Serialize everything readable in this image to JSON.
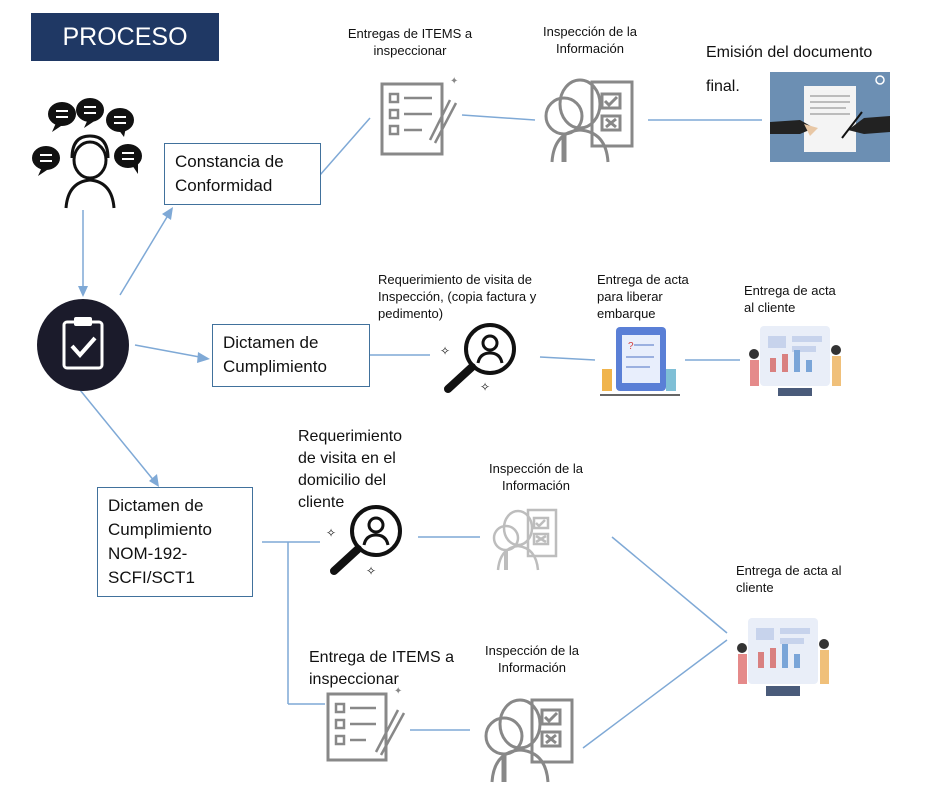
{
  "title": "PROCESO",
  "nodes": {
    "constancia": "Constancia de Conformidad",
    "dictamen": "Dictamen de Cumplimiento",
    "dictamen_nom": "Dictamen de Cumplimiento NOM-192-SCFI/SCT1"
  },
  "row1": {
    "items_label": "Entregas de ITEMS a inspeccionar",
    "inspeccion_label": "Inspección de la Información",
    "emision_label": "Emisión del documento final."
  },
  "row2": {
    "requerimiento_label": "Requerimiento de visita de Inspección, (copia factura y pedimento)",
    "acta_embarque_label": "Entrega de acta para liberar embarque",
    "acta_cliente_label": "Entrega de acta al cliente"
  },
  "row3": {
    "requerimiento_label": "Requerimiento de visita en el domicilio del cliente",
    "inspeccion_label_a": "Inspección de la Información",
    "items_label": "Entrega de ITEMS a inspeccionar",
    "inspeccion_label_b": "Inspección de la Información",
    "acta_cliente_label": "Entrega de acta al cliente"
  },
  "colors": {
    "title_bg": "#1f3864",
    "line": "#5b9bd5",
    "box_border": "#41719c",
    "dark_circle": "#1b1b2b"
  }
}
